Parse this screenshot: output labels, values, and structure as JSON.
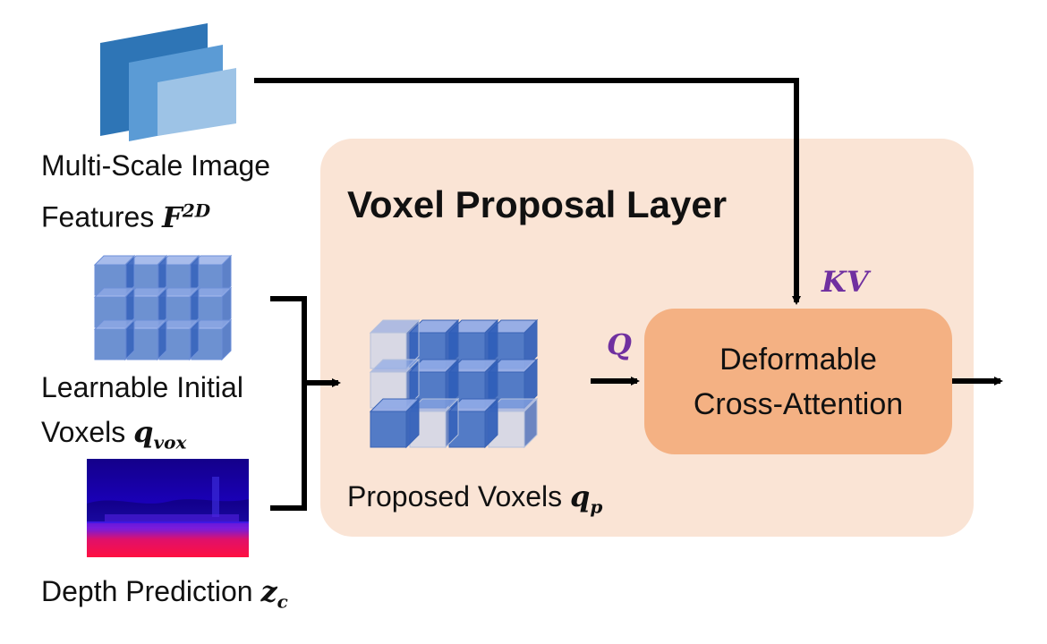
{
  "inputs": {
    "image_features": {
      "line1": "Multi-Scale Image",
      "line2_text": "Features ",
      "symbol": "F",
      "superscript": "2D"
    },
    "initial_voxels": {
      "line1": "Learnable Initial",
      "line2_text": "Voxels ",
      "symbol": "q",
      "subscript": "vox"
    },
    "depth": {
      "text": "Depth Prediction ",
      "symbol": "z",
      "subscript": "c"
    }
  },
  "layer": {
    "title": "Voxel Proposal Layer",
    "proposed_voxels": {
      "text": "Proposed Voxels ",
      "symbol": "q",
      "subscript": "p"
    },
    "query_symbol": "Q",
    "kv_symbol": "KV",
    "attention_block": {
      "line1": "Deformable",
      "line2": "Cross-Attention"
    }
  },
  "colors": {
    "panel_bg": "#fae4d5",
    "attention_block_bg": "#f4b183",
    "symbol_accent": "#7030a0",
    "voxel_blue": "#4472c4",
    "feature_dark": "#2e75b6",
    "feature_mid": "#5b9bd5",
    "feature_light": "#9dc3e6"
  },
  "icons": [
    "feature-maps-icon",
    "voxel-grid-icon",
    "depth-map-image",
    "proposed-voxel-grid-icon"
  ]
}
